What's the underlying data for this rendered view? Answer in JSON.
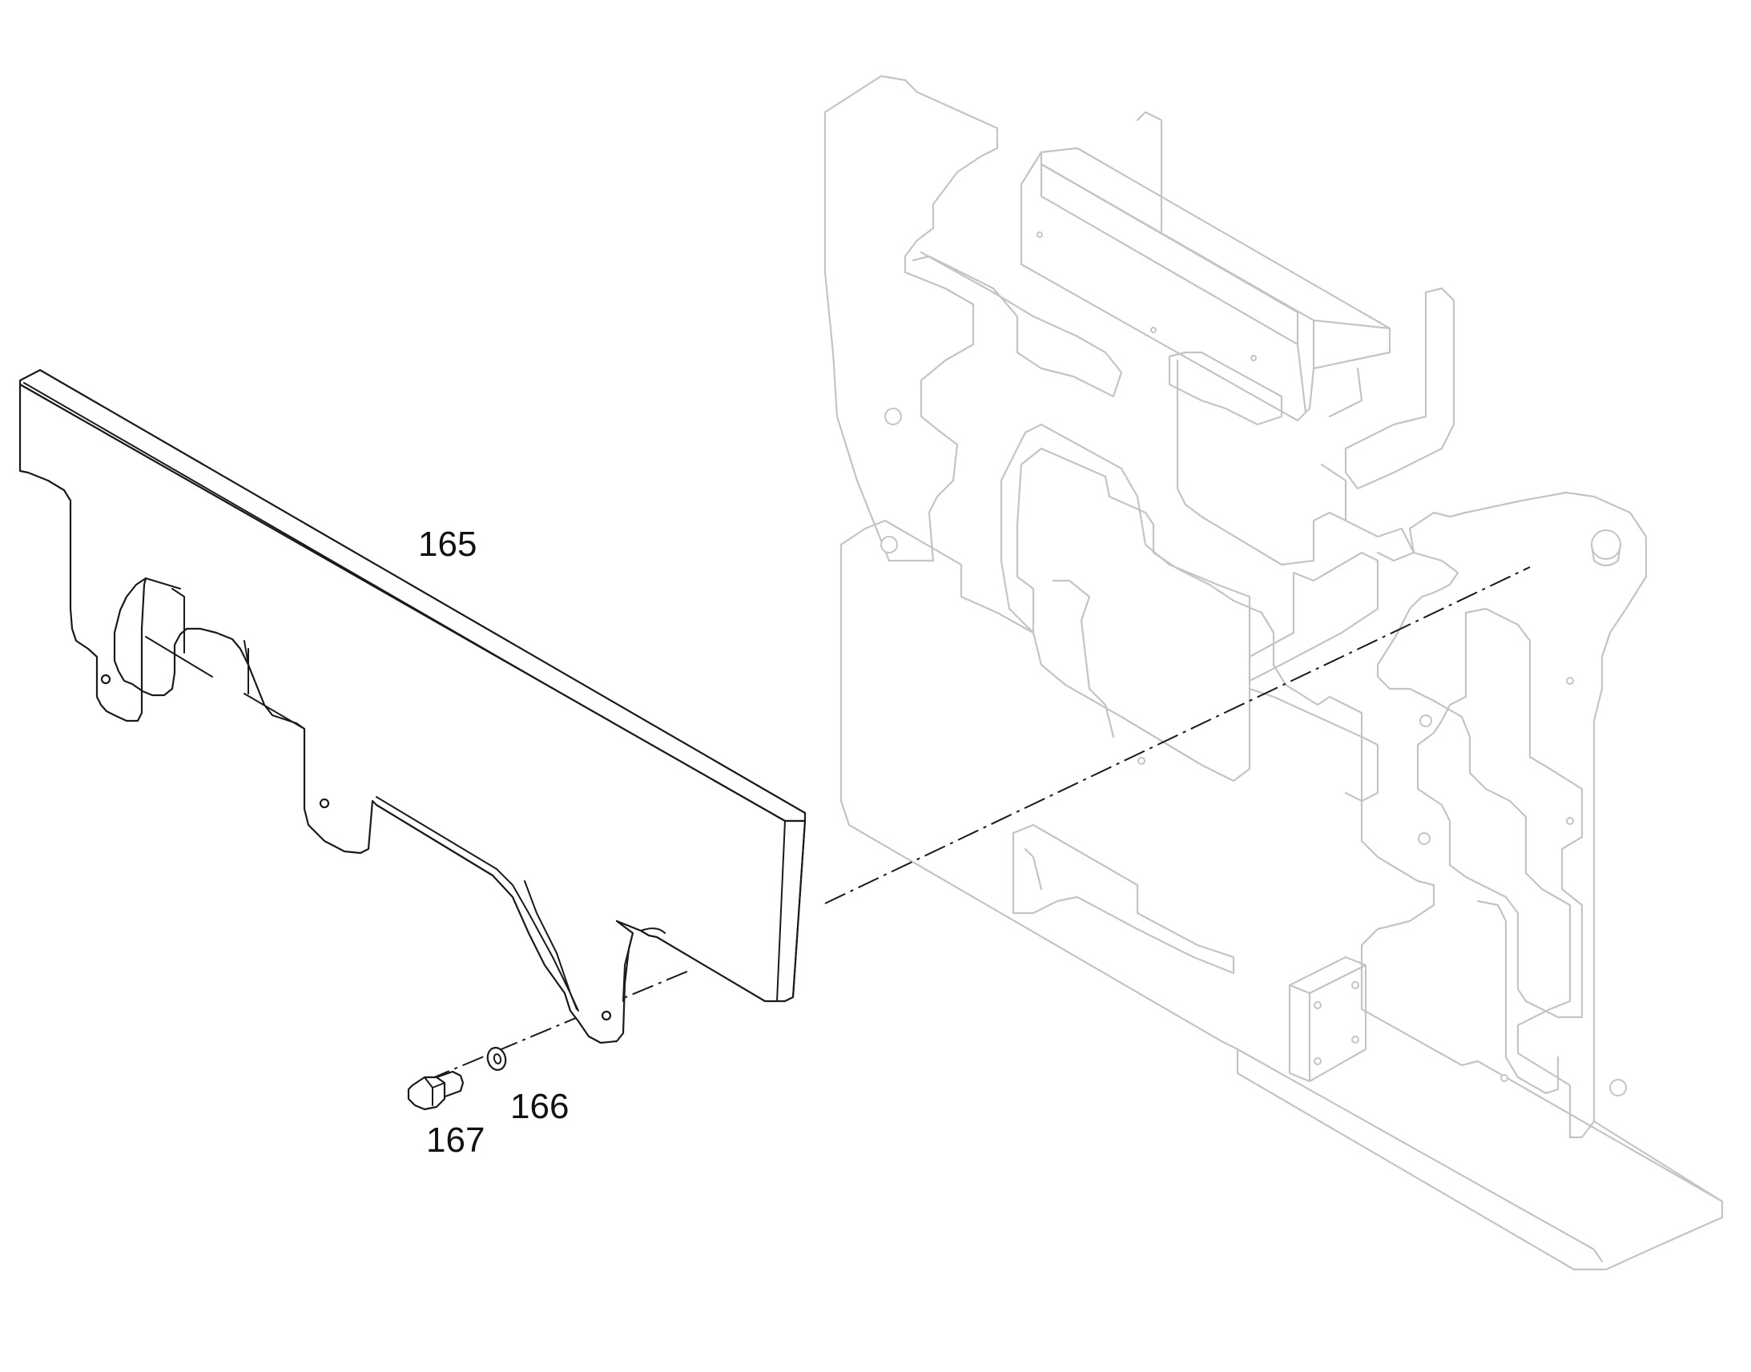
{
  "diagram": {
    "type": "exploded-parts-drawing",
    "colors": {
      "part_stroke": "#1a1a1a",
      "frame_stroke": "#c4c4c4",
      "background": "#ffffff"
    },
    "callouts": {
      "guard_plate": "165",
      "washer": "166",
      "bolt": "167"
    }
  }
}
